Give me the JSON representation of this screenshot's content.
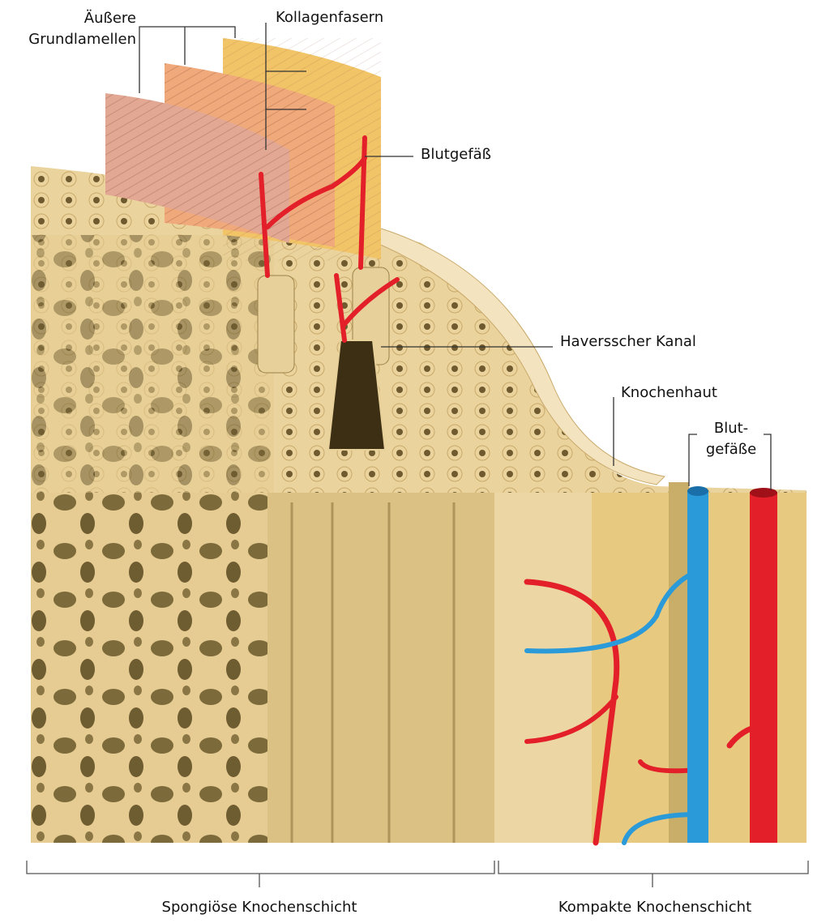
{
  "labels": {
    "outer_lamellae_line1": "Äußere",
    "outer_lamellae_line2": "Grundlamellen",
    "collagen_fibers": "Kollagenfasern",
    "blood_vessel": "Blutgefäß",
    "haversian_canal": "Haversscher Kanal",
    "periosteum": "Knochenhaut",
    "blood_vessels_line1": "Blut-",
    "blood_vessels_line2": "gefäße",
    "spongy_layer": "Spongiöse Knochenschicht",
    "compact_layer": "Kompakte Knochenschicht"
  },
  "colors": {
    "bone": "#e8cf96",
    "bone_dark": "#b89a5c",
    "artery": "#e3202a",
    "vein": "#2a9ad8",
    "lamella_pink": "#e2a894",
    "lamella_salmon": "#f0a97a",
    "lamella_yellow": "#f2c468"
  }
}
